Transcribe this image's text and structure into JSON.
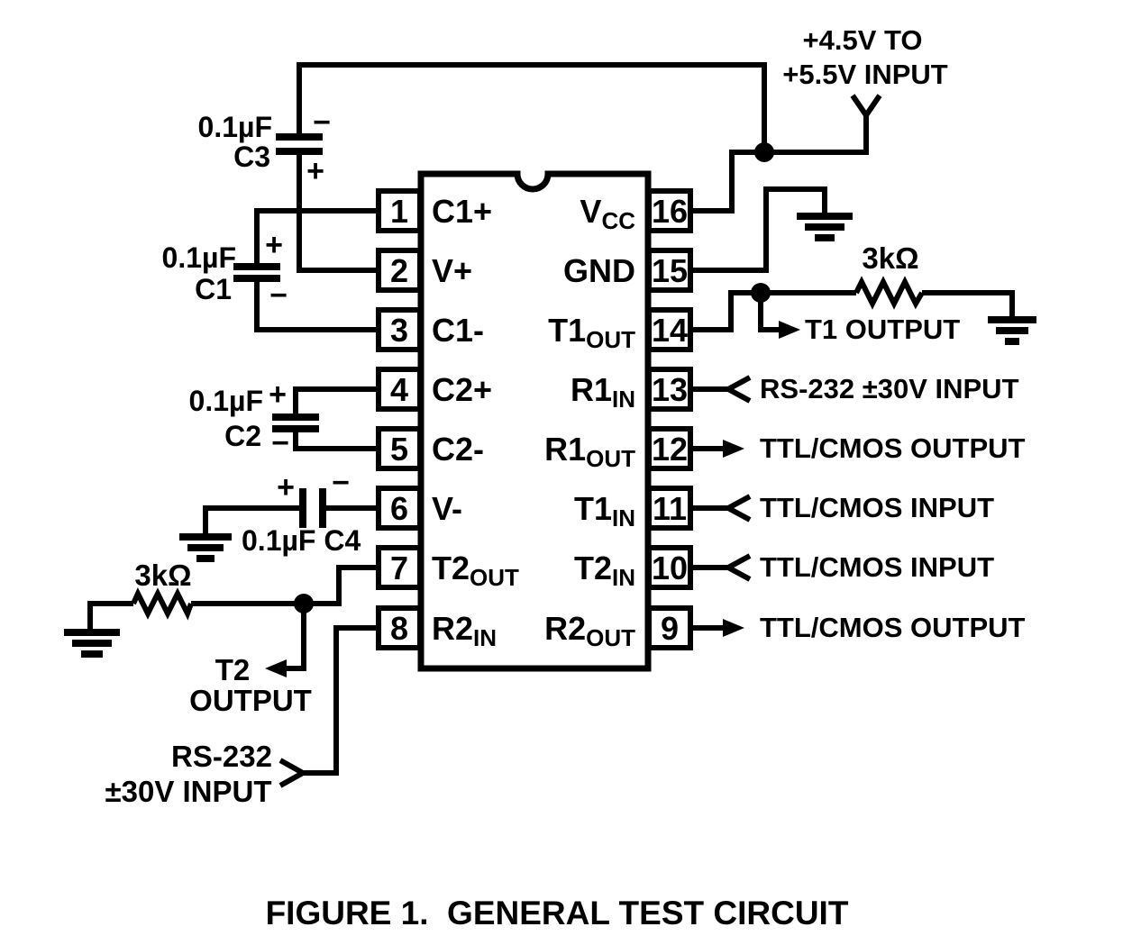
{
  "colors": {
    "ink": "#000000",
    "background": "#ffffff"
  },
  "figure": {
    "caption": "FIGURE 1.  GENERAL TEST CIRCUIT"
  },
  "power_input": {
    "line1": "+4.5V TO",
    "line2": "+5.5V INPUT"
  },
  "parts": {
    "c3": {
      "value": "0.1µF",
      "ref": "C3",
      "top_polarity": "−",
      "bottom_polarity": "+"
    },
    "c1": {
      "value": "0.1µF",
      "ref": "C1",
      "top_polarity": "+",
      "bottom_polarity": "−"
    },
    "c2": {
      "value": "0.1µF",
      "ref": "C2",
      "top_polarity": "+",
      "bottom_polarity": "−"
    },
    "c4": {
      "label": "0.1µF C4",
      "left_polarity": "+",
      "right_polarity": "−"
    },
    "r_left": {
      "value": "3kΩ"
    },
    "r_right": {
      "value": "3kΩ"
    }
  },
  "ic": {
    "left_pins": [
      {
        "num": "1",
        "name": "C1+",
        "sub": ""
      },
      {
        "num": "2",
        "name": "V+",
        "sub": ""
      },
      {
        "num": "3",
        "name": "C1-",
        "sub": ""
      },
      {
        "num": "4",
        "name": "C2+",
        "sub": ""
      },
      {
        "num": "5",
        "name": "C2-",
        "sub": ""
      },
      {
        "num": "6",
        "name": "V-",
        "sub": ""
      },
      {
        "num": "7",
        "name": "T2",
        "sub": "OUT"
      },
      {
        "num": "8",
        "name": "R2",
        "sub": "IN"
      }
    ],
    "right_pins": [
      {
        "num": "16",
        "name": "V",
        "sub": "CC"
      },
      {
        "num": "15",
        "name": "GND",
        "sub": ""
      },
      {
        "num": "14",
        "name": "T1",
        "sub": "OUT"
      },
      {
        "num": "13",
        "name": "R1",
        "sub": "IN"
      },
      {
        "num": "12",
        "name": "R1",
        "sub": "OUT"
      },
      {
        "num": "11",
        "name": "T1",
        "sub": "IN"
      },
      {
        "num": "10",
        "name": "T2",
        "sub": "IN"
      },
      {
        "num": "9",
        "name": "R2",
        "sub": "OUT"
      }
    ]
  },
  "annotations": {
    "t1_output": "T1 OUTPUT",
    "rs232_30v_input_right": "RS-232 ±30V INPUT",
    "ttl_cmos_output_pin12": "TTL/CMOS OUTPUT",
    "ttl_cmos_input_pin11": "TTL/CMOS INPUT",
    "ttl_cmos_input_pin10": "TTL/CMOS INPUT",
    "ttl_cmos_output_pin9": "TTL/CMOS OUTPUT",
    "t2_output_line1": "T2",
    "t2_output_line2": "OUTPUT",
    "rs232_left_line1": "RS-232",
    "rs232_left_line2": "±30V INPUT"
  }
}
